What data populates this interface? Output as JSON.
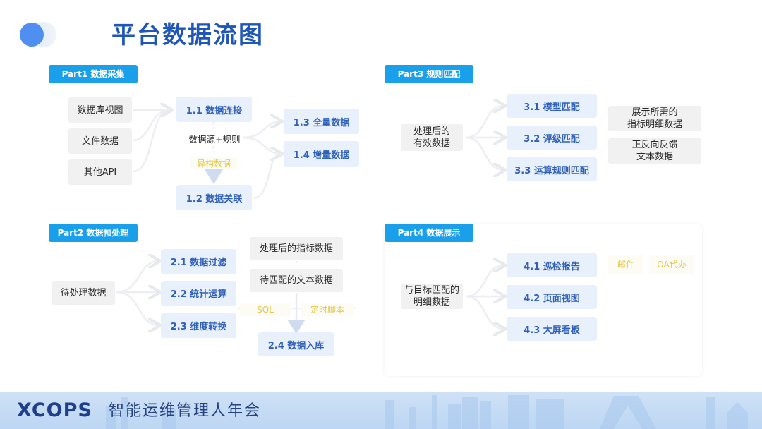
{
  "header": {
    "title": "平台数据流图"
  },
  "colors": {
    "title": "#1f56b8",
    "part_tag_bg": "#1aa0eb",
    "blue_box_bg": "#e7f0fb",
    "blue_box_text": "#2f5fb8",
    "grey_box_bg": "#f1f1f1",
    "yellow_text": "#e2c74a",
    "footer_bg": "#c4dbf4"
  },
  "part1": {
    "tag": "Part1 数据采集",
    "sources": [
      "数据库视图",
      "文件数据",
      "其他API"
    ],
    "step_1_1": "1.1 数据连接",
    "middle_label": "数据源+规则",
    "hetero_label": "异构数据",
    "step_1_2": "1.2 数据关联",
    "step_1_3": "1.3 全量数据",
    "step_1_4": "1.4 增量数据"
  },
  "part2": {
    "tag": "Part2 数据预处理",
    "input": "待处理数据",
    "steps": [
      "2.1 数据过滤",
      "2.2 统计运算",
      "2.3 维度转换"
    ],
    "outputs": [
      "处理后的指标数据",
      "待匹配的文本数据"
    ],
    "methods": [
      "SQL",
      "定时脚本"
    ],
    "step_2_4": "2.4 数据入库"
  },
  "part3": {
    "tag": "Part3 规则匹配",
    "input_line1": "处理后的",
    "input_line2": "有效数据",
    "steps": [
      "3.1 模型匹配",
      "3.2 评级匹配",
      "3.3 运算规则匹配"
    ],
    "out1_line1": "展示所需的",
    "out1_line2": "指标明细数据",
    "out2_line1": "正反向反馈",
    "out2_line2": "文本数据"
  },
  "part4": {
    "tag": "Part4 数据展示",
    "input_line1": "与目标匹配的",
    "input_line2": "明细数据",
    "steps": [
      "4.1 巡检报告",
      "4.2 页面视图",
      "4.3 大屏看板"
    ],
    "channels": [
      "邮件",
      "OA代办"
    ]
  },
  "footer": {
    "brand": "XCOPS",
    "subtitle": "智能运维管理人年会"
  }
}
